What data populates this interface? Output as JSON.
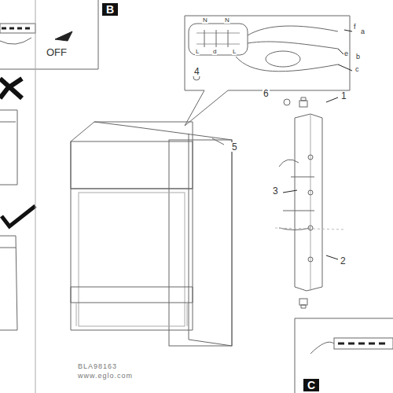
{
  "diagram": {
    "labels": [
      "B",
      "OFF",
      "N",
      "N",
      "L",
      "d",
      "L",
      "f",
      "a",
      "e",
      "b",
      "c",
      "4",
      "6",
      "1",
      "5",
      "3",
      "2",
      "BLA98163",
      "www.eglo.com",
      "C"
    ]
  }
}
